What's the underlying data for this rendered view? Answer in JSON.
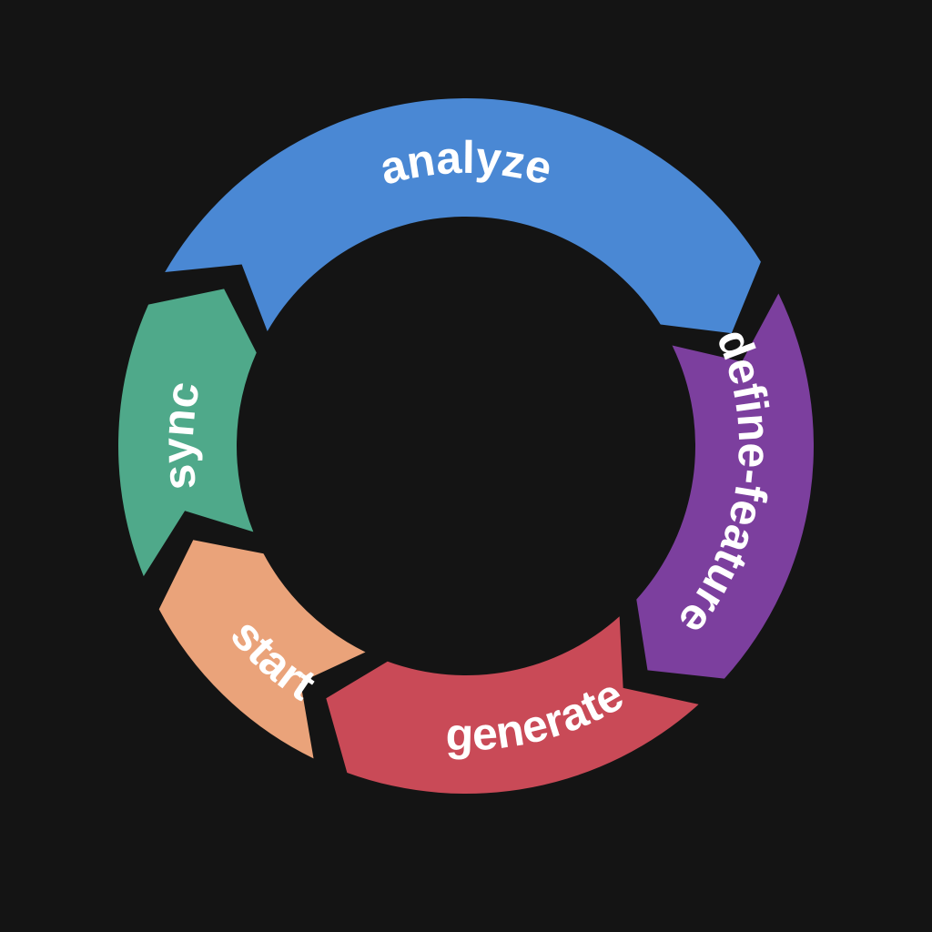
{
  "diagram": {
    "background": "#141414",
    "direction": "clockwise",
    "steps": [
      {
        "label": "analyze",
        "color": "#4A88D4"
      },
      {
        "label": "define-feature",
        "color": "#7C3F9E"
      },
      {
        "label": "generate",
        "color": "#C94A57"
      },
      {
        "label": "start",
        "color": "#EAA37A"
      },
      {
        "label": "sync",
        "color": "#4FA98A"
      }
    ]
  }
}
